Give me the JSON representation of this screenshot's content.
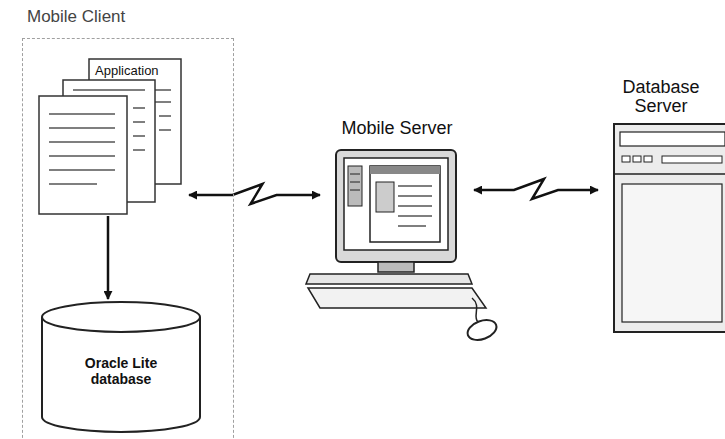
{
  "diagram": {
    "nodes": [
      {
        "text": [
          "Mobile Client"
        ]
      },
      {
        "text": [
          "Application"
        ],
        "in": 0
      },
      {
        "text": [
          "Oracle Lite database"
        ],
        "in": 0
      },
      {
        "text": [
          "Mobile Server"
        ]
      },
      {
        "text": [
          "Database Server"
        ]
      }
    ],
    "edges": [
      {
        "from": 1,
        "to": 2,
        "arrow": "to"
      },
      {
        "from": 1,
        "to": 3,
        "arrow": "both"
      },
      {
        "from": 3,
        "to": 4,
        "arrow": "both"
      }
    ]
  }
}
